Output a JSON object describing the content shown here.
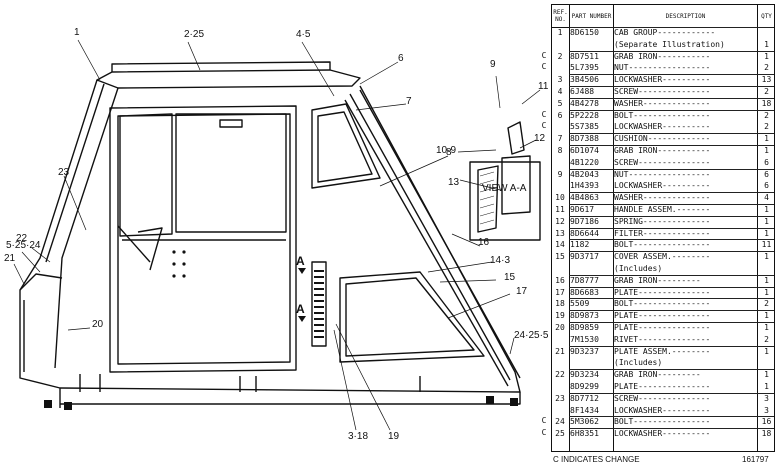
{
  "callouts": [
    {
      "id": "c1",
      "text": "1"
    },
    {
      "id": "c2",
      "text": "2·25"
    },
    {
      "id": "c3",
      "text": "4·5"
    },
    {
      "id": "c4",
      "text": "6"
    },
    {
      "id": "c5",
      "text": "7"
    },
    {
      "id": "c6",
      "text": "9"
    },
    {
      "id": "c7",
      "text": "11"
    },
    {
      "id": "c8",
      "text": "10·9"
    },
    {
      "id": "c9",
      "text": "12"
    },
    {
      "id": "c10",
      "text": "8"
    },
    {
      "id": "c11",
      "text": "13"
    },
    {
      "id": "c12",
      "text": "VIEW A-A"
    },
    {
      "id": "c13",
      "text": "23"
    },
    {
      "id": "c14",
      "text": "5·25·24"
    },
    {
      "id": "c15",
      "text": "22"
    },
    {
      "id": "c16",
      "text": "21"
    },
    {
      "id": "c17",
      "text": "20"
    },
    {
      "id": "c18",
      "text": "16"
    },
    {
      "id": "c19",
      "text": "14·3"
    },
    {
      "id": "c20",
      "text": "15"
    },
    {
      "id": "c21",
      "text": "17"
    },
    {
      "id": "c22",
      "text": "24·25·5"
    },
    {
      "id": "c23",
      "text": "3·18"
    },
    {
      "id": "c24",
      "text": "19"
    },
    {
      "id": "c25",
      "text": "A"
    },
    {
      "id": "c26",
      "text": "A"
    }
  ],
  "parts_list": {
    "headers": {
      "ref": "REF. NO.",
      "part": "PART NUMBER",
      "desc": "DESCRIPTION",
      "qty": "QTY"
    },
    "rows": [
      {
        "mark": "",
        "ref": "1",
        "part": "8D6150",
        "desc": "CAB GROUP------------",
        "qty": ""
      },
      {
        "mark": "",
        "ref": "",
        "part": "",
        "desc": "  (Separate Illustration)",
        "qty": "1"
      },
      {
        "mark": "C",
        "ref": "2",
        "part": "8D7511",
        "desc": "GRAB IRON-----------",
        "qty": "1"
      },
      {
        "mark": "C",
        "ref": "",
        "part": "5L7395",
        "desc": "NUT-----------------",
        "qty": "2"
      },
      {
        "mark": "",
        "ref": "3",
        "part": "3B4506",
        "desc": "LOCKWASHER----------",
        "qty": "13"
      },
      {
        "mark": "",
        "ref": "4",
        "part": "6J488",
        "desc": "SCREW---------------",
        "qty": "2"
      },
      {
        "mark": "",
        "ref": "5",
        "part": "4B4278",
        "desc": "WASHER--------------",
        "qty": "18"
      },
      {
        "mark": "C",
        "ref": "6",
        "part": "5P2228",
        "desc": "BOLT----------------",
        "qty": "2"
      },
      {
        "mark": "C",
        "ref": "",
        "part": "5S7385",
        "desc": "LOCKWASHER----------",
        "qty": "2"
      },
      {
        "mark": "",
        "ref": "7",
        "part": "8D7388",
        "desc": "CUSHION-------------",
        "qty": "1"
      },
      {
        "mark": "",
        "ref": "8",
        "part": "6D1074",
        "desc": "GRAB IRON-----------",
        "qty": "1"
      },
      {
        "mark": "",
        "ref": "",
        "part": "4B1220",
        "desc": "SCREW---------------",
        "qty": "6"
      },
      {
        "mark": "",
        "ref": "9",
        "part": "4B2043",
        "desc": "NUT-----------------",
        "qty": "6"
      },
      {
        "mark": "",
        "ref": "",
        "part": "1H4393",
        "desc": "LOCKWASHER----------",
        "qty": "6"
      },
      {
        "mark": "",
        "ref": "10",
        "part": "4B4863",
        "desc": "WASHER--------------",
        "qty": "4"
      },
      {
        "mark": "",
        "ref": "11",
        "part": "9D617",
        "desc": "HANDLE ASSEM.-------",
        "qty": "1"
      },
      {
        "mark": "",
        "ref": "12",
        "part": "9D7186",
        "desc": "SPRING--------------",
        "qty": "1"
      },
      {
        "mark": "",
        "ref": "13",
        "part": "8D6644",
        "desc": "FILTER--------------",
        "qty": "1"
      },
      {
        "mark": "",
        "ref": "14",
        "part": "1182",
        "desc": "BOLT----------------",
        "qty": "11"
      },
      {
        "mark": "",
        "ref": "15",
        "part": "9D3717",
        "desc": "COVER ASSEM.--------",
        "qty": "1"
      },
      {
        "mark": "",
        "ref": "",
        "part": "",
        "desc": "  (Includes)",
        "qty": ""
      },
      {
        "mark": "",
        "ref": "16",
        "part": "7D8777",
        "desc": "  GRAB IRON---------",
        "qty": "1"
      },
      {
        "mark": "",
        "ref": "17",
        "part": "8D6683",
        "desc": "PLATE---------------",
        "qty": "1"
      },
      {
        "mark": "",
        "ref": "18",
        "part": "5509",
        "desc": "BOLT----------------",
        "qty": "2"
      },
      {
        "mark": "",
        "ref": "19",
        "part": "8D9873",
        "desc": "PLATE---------------",
        "qty": "1"
      },
      {
        "mark": "",
        "ref": "20",
        "part": "8D9859",
        "desc": "PLATE---------------",
        "qty": "1"
      },
      {
        "mark": "",
        "ref": "",
        "part": "7M1530",
        "desc": "RIVET---------------",
        "qty": "2"
      },
      {
        "mark": "",
        "ref": "21",
        "part": "9D3237",
        "desc": "PLATE ASSEM.--------",
        "qty": "1"
      },
      {
        "mark": "",
        "ref": "",
        "part": "",
        "desc": "  (Includes)",
        "qty": ""
      },
      {
        "mark": "",
        "ref": "22",
        "part": "9D3234",
        "desc": "  GRAB IRON---------",
        "qty": "1"
      },
      {
        "mark": "",
        "ref": "",
        "part": "8D9299",
        "desc": "PLATE---------------",
        "qty": "1"
      },
      {
        "mark": "",
        "ref": "23",
        "part": "8D7712",
        "desc": "SCREW---------------",
        "qty": "3"
      },
      {
        "mark": "",
        "ref": "",
        "part": "8F1434",
        "desc": "LOCKWASHER----------",
        "qty": "3"
      },
      {
        "mark": "C",
        "ref": "24",
        "part": "5M3062",
        "desc": "BOLT----------------",
        "qty": "16"
      },
      {
        "mark": "C",
        "ref": "25",
        "part": "6H8351",
        "desc": "LOCKWASHER----------",
        "qty": "18"
      }
    ]
  },
  "footer": {
    "note": "C INDICATES CHANGE",
    "code": "161797"
  }
}
